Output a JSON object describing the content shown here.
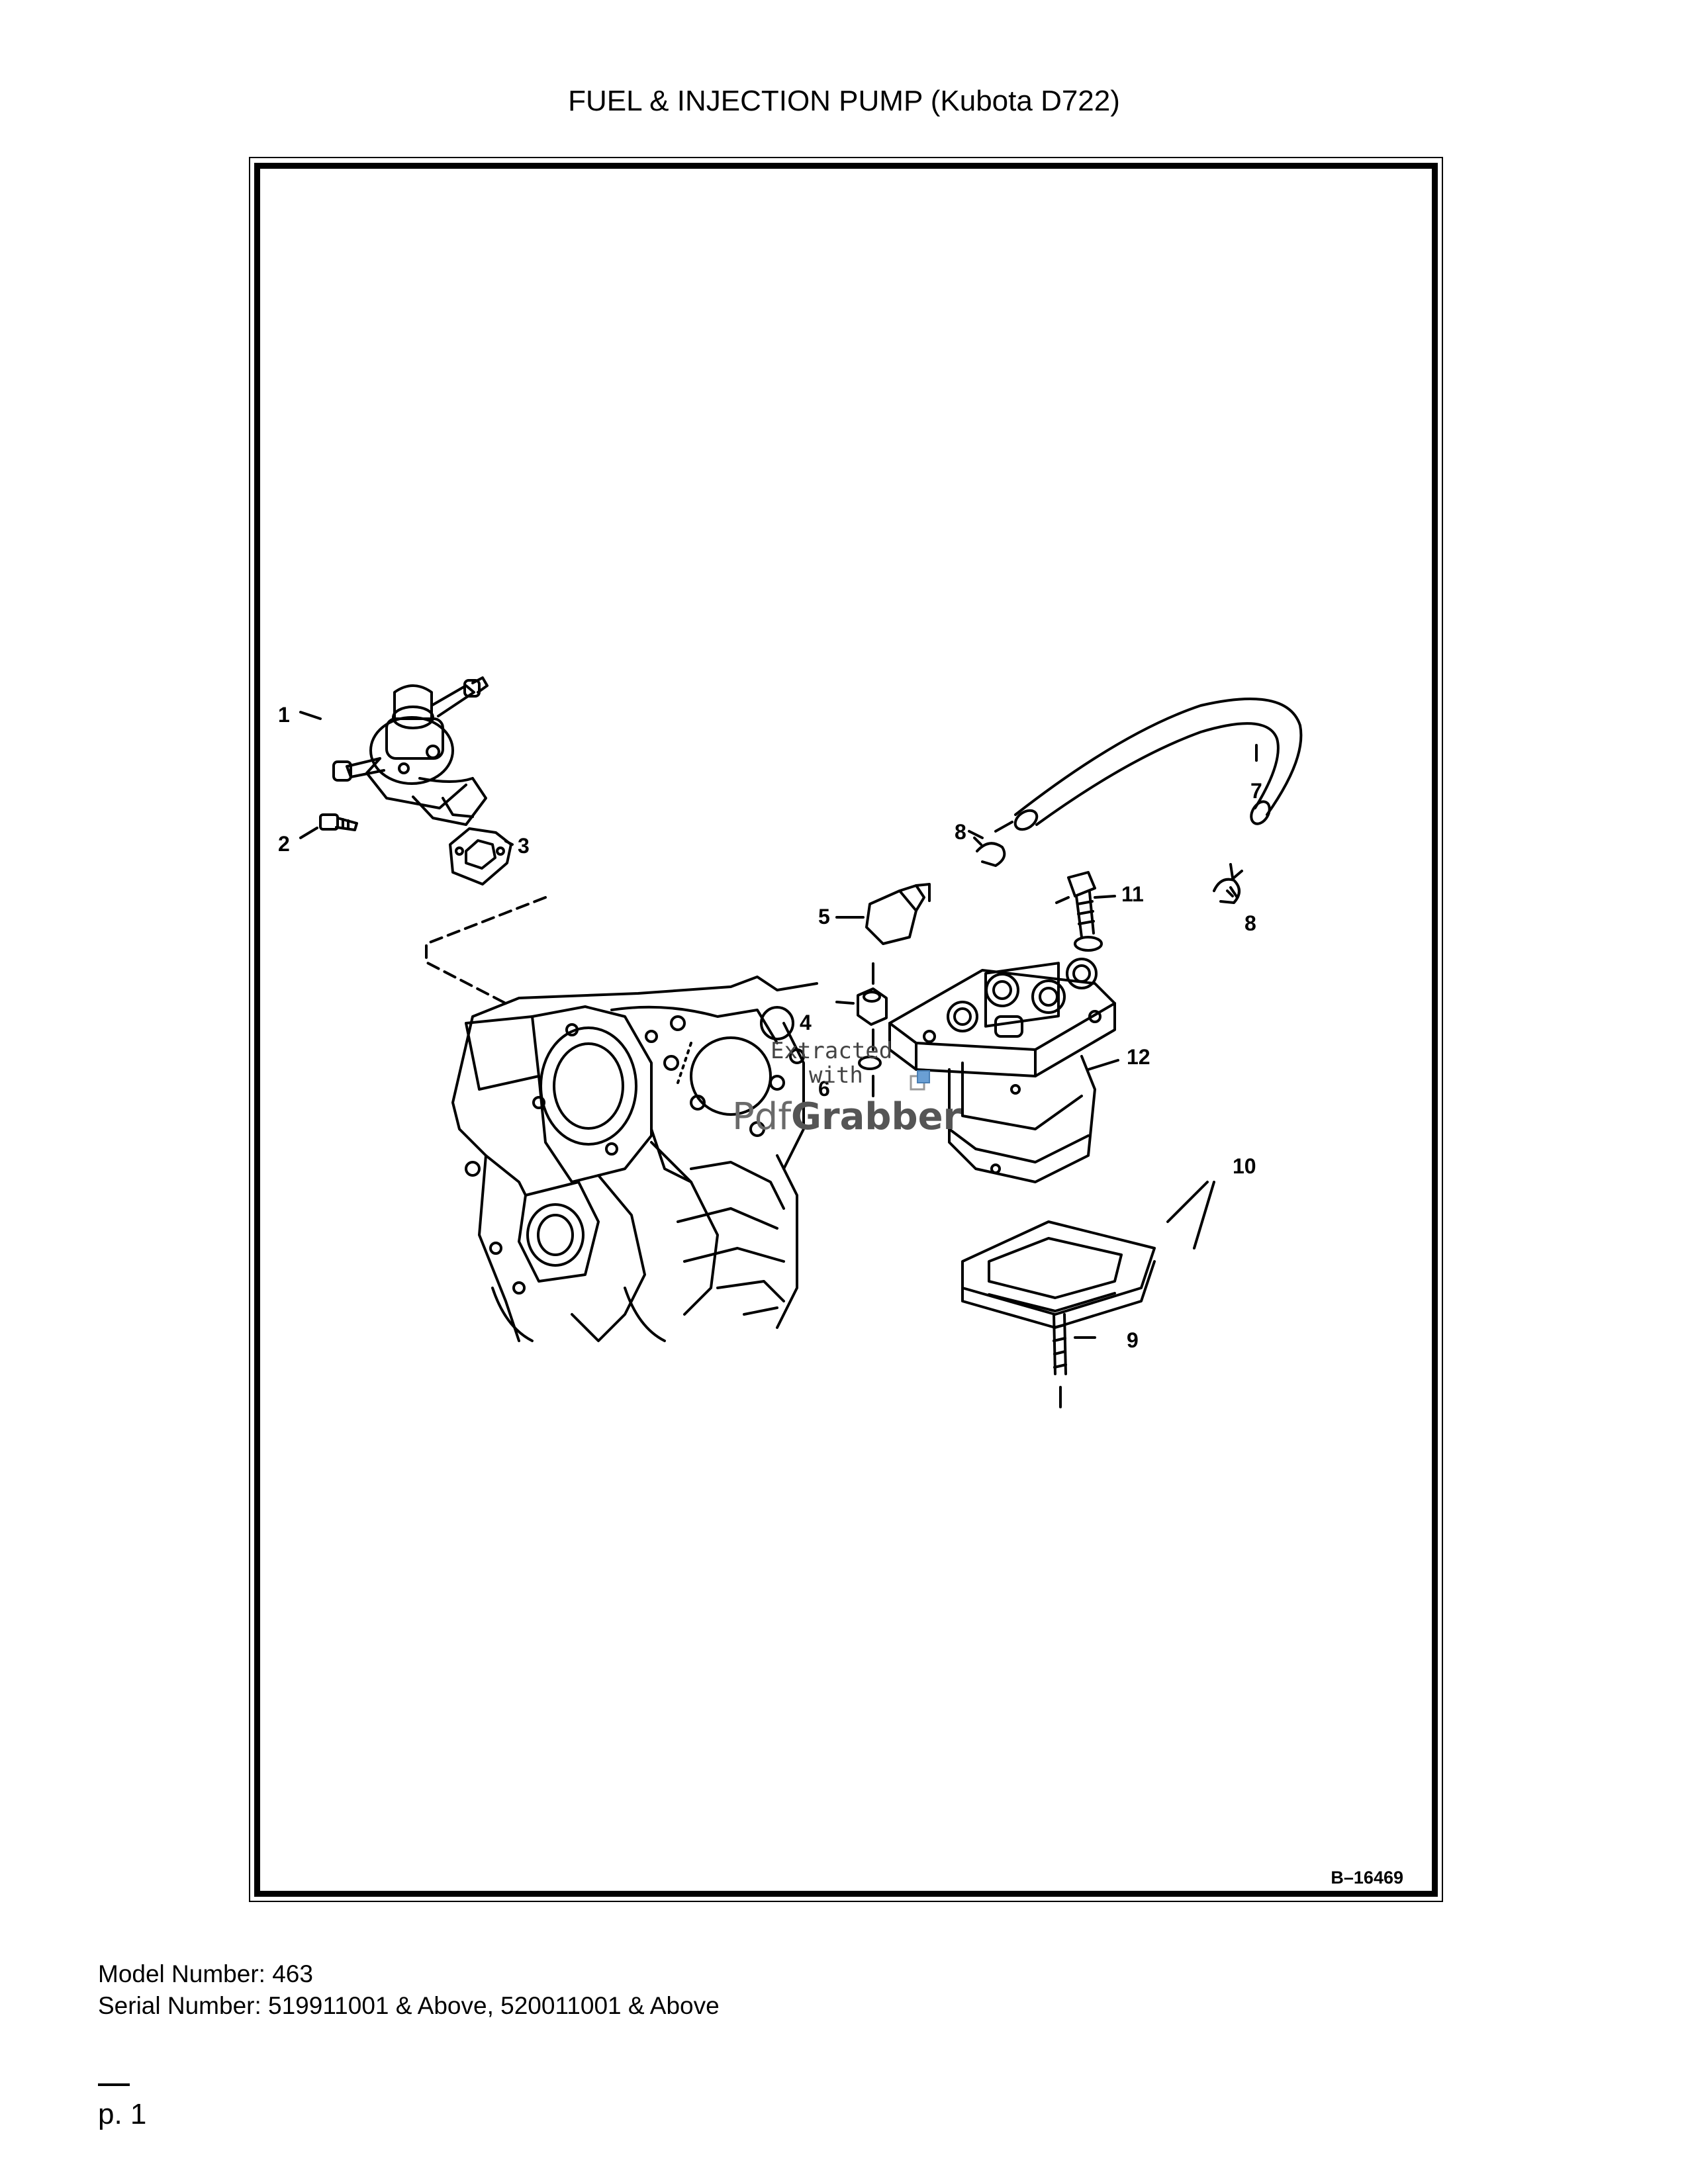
{
  "page": {
    "title": "FUEL & INJECTION PUMP (Kubota D722)",
    "figure_id": "B–16469",
    "model_number": "Model Number: 463",
    "serial_number": "Serial Number: 519911001 & Above, 520011001 & Above",
    "page_number": "p. 1"
  },
  "callouts": {
    "c1": "1",
    "c2": "2",
    "c3": "3",
    "c4": "4",
    "c5": "5",
    "c6": "6",
    "c7": "7",
    "c8a": "8",
    "c8b": "8",
    "c9": "9",
    "c10": "10",
    "c11": "11",
    "c12": "12"
  },
  "watermark": {
    "line1": "Extracted",
    "line2": "with",
    "brand_a": "Pdf",
    "brand_b": "Grabber"
  }
}
